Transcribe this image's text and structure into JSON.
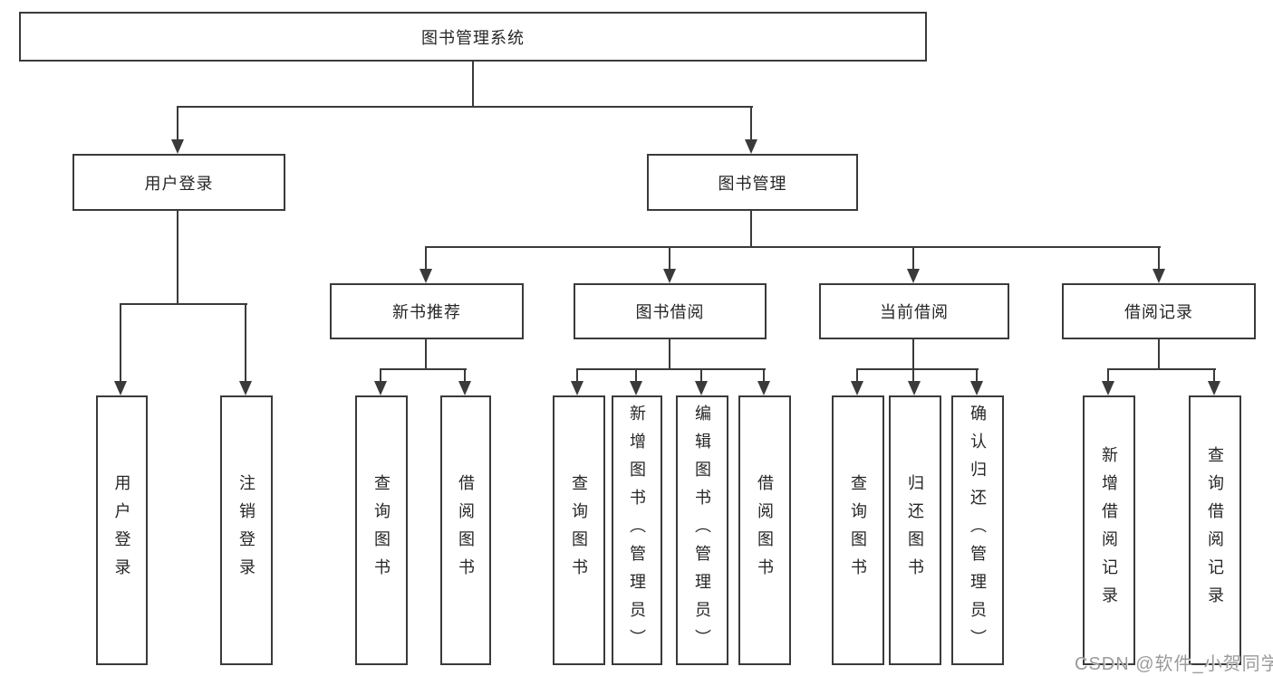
{
  "diagram": {
    "root": "图书管理系统",
    "level2": {
      "user_login": "用户登录",
      "book_management": "图书管理"
    },
    "level3": {
      "new_book": "新书推荐",
      "borrow": "图书借阅",
      "current": "当前借阅",
      "records": "借阅记录"
    },
    "leaves": {
      "user_login": [
        "用户登录",
        "注销登录"
      ],
      "new_book": [
        "查询图书",
        "借阅图书"
      ],
      "borrow": [
        "查询图书",
        "新增图书（管理员）",
        "编辑图书（管理员）",
        "借阅图书"
      ],
      "current": [
        "查询图书",
        "归还图书",
        "确认归还（管理员）"
      ],
      "records": [
        "新增借阅记录",
        "查询借阅记录"
      ]
    }
  },
  "watermark": "CSDN @软件_小贺同学",
  "colors": {
    "line": "#3a3a3a",
    "text": "#262626",
    "background": "#ffffff",
    "watermark": "#9b9b9b"
  }
}
